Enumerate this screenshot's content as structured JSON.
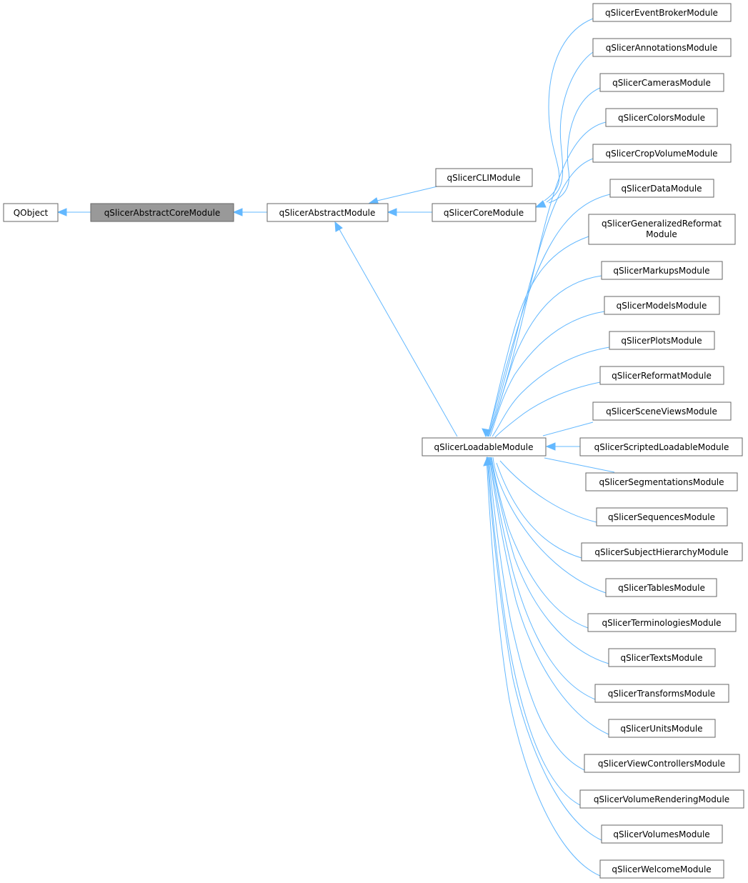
{
  "colors": {
    "edge": "#63b8ff",
    "border": "#666666",
    "highlight_fill": "#999999"
  },
  "nodes": {
    "qobject": "QObject",
    "abstract_core": "qSlicerAbstractCoreModule",
    "abstract": "qSlicerAbstractModule",
    "cli": "qSlicerCLIModule",
    "core": "qSlicerCoreModule",
    "loadable": "qSlicerLoadableModule",
    "event_broker": "qSlicerEventBrokerModule",
    "annotations": "qSlicerAnnotationsModule",
    "cameras": "qSlicerCamerasModule",
    "colors": "qSlicerColorsModule",
    "crop_volume": "qSlicerCropVolumeModule",
    "data": "qSlicerDataModule",
    "generalized_reformat_line1": "qSlicerGeneralizedReformat",
    "generalized_reformat_line2": "Module",
    "markups": "qSlicerMarkupsModule",
    "models": "qSlicerModelsModule",
    "plots": "qSlicerPlotsModule",
    "reformat": "qSlicerReformatModule",
    "scene_views": "qSlicerSceneViewsModule",
    "scripted_loadable": "qSlicerScriptedLoadableModule",
    "segmentations": "qSlicerSegmentationsModule",
    "sequences": "qSlicerSequencesModule",
    "subject_hierarchy": "qSlicerSubjectHierarchyModule",
    "tables": "qSlicerTablesModule",
    "terminologies": "qSlicerTerminologiesModule",
    "texts": "qSlicerTextsModule",
    "transforms": "qSlicerTransformsModule",
    "units": "qSlicerUnitsModule",
    "view_controllers": "qSlicerViewControllersModule",
    "volume_rendering": "qSlicerVolumeRenderingModule",
    "volumes": "qSlicerVolumesModule",
    "welcome": "qSlicerWelcomeModule"
  }
}
